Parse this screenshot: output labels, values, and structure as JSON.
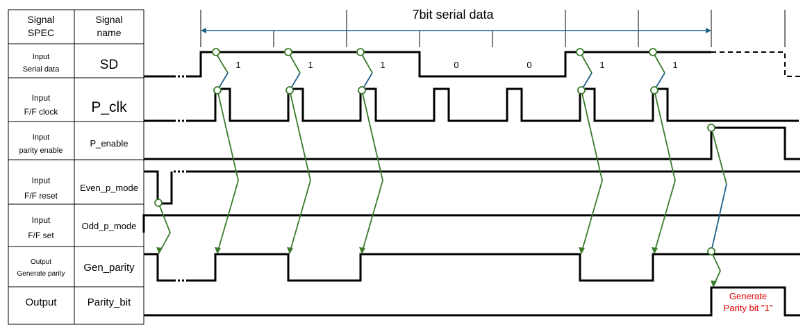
{
  "header": {
    "col_spec_line1": "Signal",
    "col_spec_line2": "SPEC",
    "col_name_line1": "Signal",
    "col_name_line2": "name",
    "span_label": "7bit serial data"
  },
  "rows": [
    {
      "spec1": "Input",
      "spec2": "Serial data",
      "name": "SD"
    },
    {
      "spec1": "Input",
      "spec2": "F/F clock",
      "name": "P_clk"
    },
    {
      "spec1": "Input",
      "spec2": "parity enable",
      "name": "P_enable"
    },
    {
      "spec1": "Input",
      "spec2": "F/F reset",
      "name": "Even_p_mode"
    },
    {
      "spec1": "Input",
      "spec2": "F/F set",
      "name": "Odd_p_mode"
    },
    {
      "spec1": "Output",
      "spec2": "Generate parity",
      "name": "Gen_parity"
    },
    {
      "spec1": "Output",
      "spec2": "",
      "name": "Parity_bit"
    }
  ],
  "bits": [
    "1",
    "1",
    "1",
    "0",
    "0",
    "1",
    "1"
  ],
  "note": {
    "line1": "Generate",
    "line2": "Parity bit \"1\"",
    "color": "#e00000"
  },
  "colors": {
    "arrow_green": "#3a7a2a",
    "arrow_blue": "#1f5f8a",
    "span_arrow": "#1f5f8a"
  }
}
